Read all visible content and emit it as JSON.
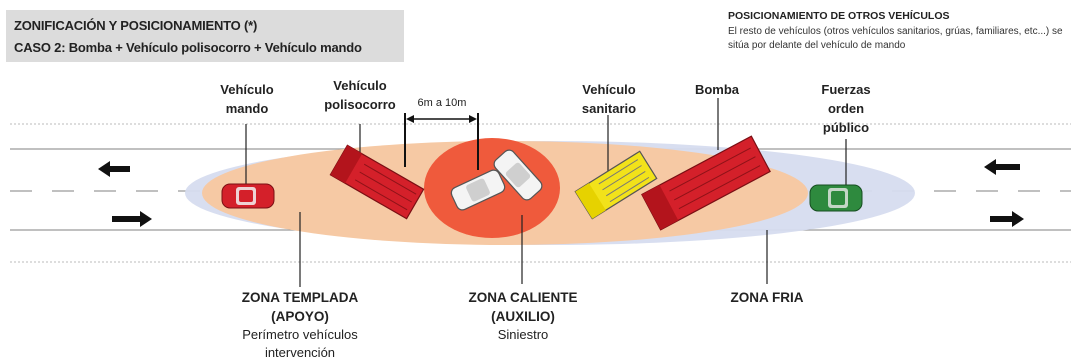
{
  "header": {
    "title_line1": "ZONIFICACIÓN Y POSICIONAMIENTO (*)",
    "title_line2": "CASO 2: Bomba + Vehículo polisocorro + Vehículo mando"
  },
  "other_vehicles": {
    "title": "POSICIONAMIENTO DE OTROS VEHÍCULOS",
    "text": "El resto de vehículos (otros vehículos sanitarios, grúas, familiares, etc...) se sitúa por delante del vehículo de mando"
  },
  "vehicles": {
    "mando": "Vehículo mando",
    "polisocorro": "Vehículo polisocorro",
    "sanitario": "Vehículo sanitario",
    "bomba": "Bomba",
    "fuerzas": "Fuerzas orden público"
  },
  "distance": "6m a 10m",
  "zones": {
    "templada": {
      "title": "ZONA TEMPLADA",
      "subtitle": "(APOYO)",
      "desc": "Perímetro vehículos intervención"
    },
    "caliente": {
      "title": "ZONA CALIENTE",
      "subtitle": "(AUXILIO)",
      "desc": "Siniestro"
    },
    "fria": {
      "title": "ZONA FRIA"
    }
  },
  "colors": {
    "zona_fria": "#d6dcef",
    "zona_templada": "#f6c9a4",
    "zona_caliente": "#ef5a3c",
    "vehiculo_mando": "#d4202a",
    "vehiculo_fuerzas": "#2e8a3e",
    "bomba": "#d4202a",
    "sanitario": "#f2e21a"
  },
  "icons": [
    "arrow-left-icon",
    "arrow-right-icon",
    "car-icon",
    "truck-icon",
    "ambulance-icon"
  ]
}
